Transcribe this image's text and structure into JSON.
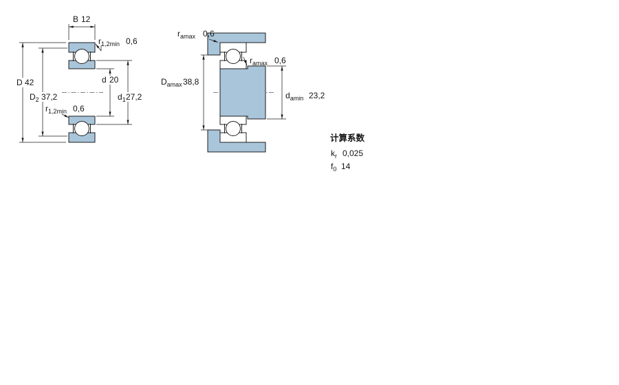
{
  "drawing": {
    "colors": {
      "part_fill": "#a9c5da",
      "line": "#1c1c1c",
      "background": "#ffffff"
    },
    "left_view": {
      "width_dim": {
        "sym": "B",
        "val": "12"
      },
      "outer_dia": {
        "sym": "D",
        "val": "42"
      },
      "fillet_top": {
        "sym": "r",
        "sub": "1,2min",
        "val": "0,6"
      },
      "bore_dia": {
        "sym": "d",
        "val": "20"
      },
      "shoulder_d1": {
        "sym": "d",
        "sub": "1",
        "val": "27,2"
      },
      "recess_D2": {
        "sym": "D",
        "sub": "2",
        "val": "37,2"
      },
      "fillet_bottom": {
        "sym": "r",
        "sub": "1,2min",
        "val": "0,6"
      }
    },
    "right_view": {
      "housing_fillet": {
        "sym": "r",
        "sub": "amax",
        "val": "0,6"
      },
      "housing_dia": {
        "sym": "D",
        "sub": "amax",
        "val": "38,8"
      },
      "shaft_fillet": {
        "sym": "r",
        "sub": "amax",
        "val": "0,6"
      },
      "shaft_dia": {
        "sym": "d",
        "sub": "amin",
        "val": "23,2"
      }
    },
    "calculation_factors": {
      "title": "计算系数",
      "rows": [
        {
          "sym": "k",
          "sub": "r",
          "val": "0,025"
        },
        {
          "sym": "f",
          "sub": "0",
          "val": "14"
        }
      ]
    }
  }
}
